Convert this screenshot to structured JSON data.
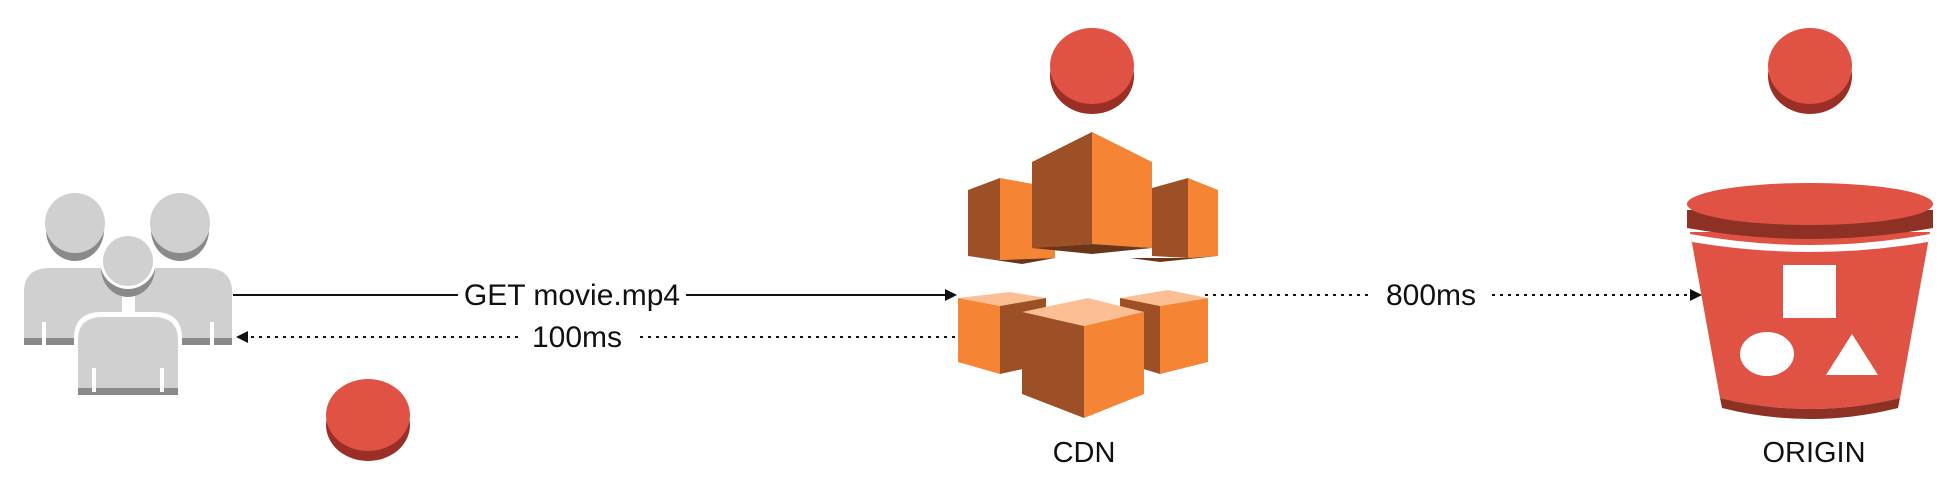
{
  "colors": {
    "badge_red": "#e05244",
    "badge_red_dark": "#9b2f25",
    "user_gray": "#d0d0d0",
    "user_gray_dark": "#8a8a8a",
    "cube_orange": "#f58534",
    "cube_brown": "#9d5025",
    "cube_light": "#fbbf93",
    "bucket_red": "#e05243",
    "bucket_dark": "#8c3123",
    "line": "#111111"
  },
  "nodes": {
    "users": {
      "label": "",
      "icon": "users-icon"
    },
    "cdn": {
      "label": "CDN",
      "icon": "cloudfront-cubes-icon"
    },
    "origin": {
      "label": "ORIGIN",
      "icon": "s3-bucket-icon"
    }
  },
  "edges": {
    "request": {
      "label": "GET movie.mp4",
      "style": "solid"
    },
    "response": {
      "label": "100ms",
      "style": "dotted"
    },
    "origin_fetch": {
      "label": "800ms",
      "style": "dotted"
    }
  },
  "markers": [
    "step-marker-icon",
    "step-marker-icon",
    "step-marker-icon"
  ]
}
